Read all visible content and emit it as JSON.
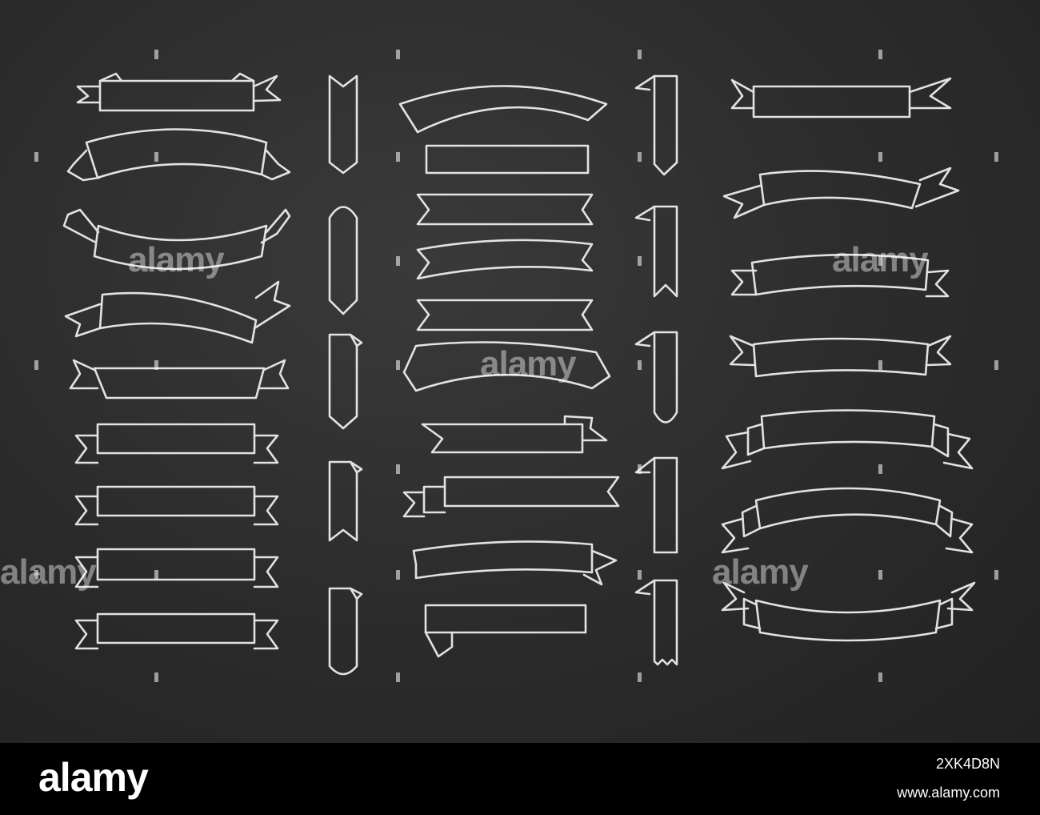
{
  "image": {
    "background_color": "#2b2b2b",
    "chalk_color": "#f2f2f2",
    "subject_icon": "chalk-ribbon-banner-icon"
  },
  "watermark": {
    "text": "alamy"
  },
  "footer": {
    "logo_text": "alamy",
    "image_id": "2XK4D8N",
    "url": "www.alamy.com",
    "background_color": "#000000"
  }
}
